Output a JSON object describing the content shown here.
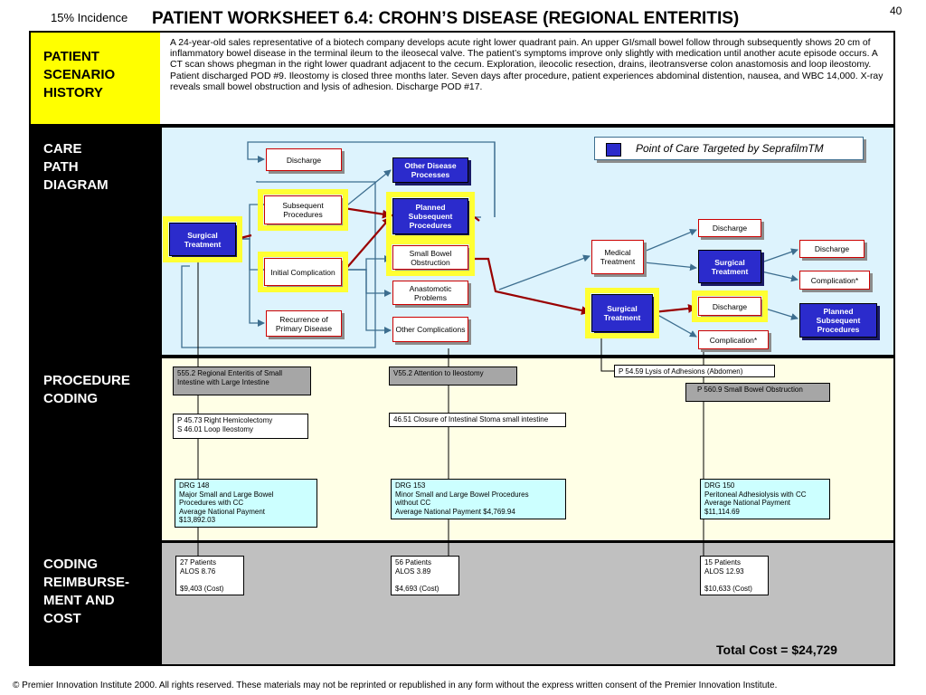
{
  "header": {
    "incidence": "15% Incidence",
    "title": "PATIENT WORKSHEET 6.4:  CROHN’S DISEASE (REGIONAL ENTERITIS)",
    "page_number": "40"
  },
  "sections": {
    "scenario_label": [
      "PATIENT",
      "SCENARIO",
      "HISTORY"
    ],
    "care_path_label": [
      "CARE",
      "PATH",
      "DIAGRAM"
    ],
    "procedure_label": [
      "PROCEDURE",
      "CODING"
    ],
    "reimbursement_label": [
      "CODING",
      "REIMBURSE-",
      "MENT AND",
      "COST"
    ]
  },
  "scenario_text": "A 24-year-old sales representative of a biotech company develops acute right lower quadrant pain.  An upper GI/small bowel follow through subsequently shows 20 cm of inflammatory bowel disease in the terminal ileum to the ileosecal valve.  The patient’s symptoms improve only slightly with medication until another acute episode occurs.  A CT scan shows phegman in the right lower quadrant adjacent to the cecum.  Exploration, ileocolic resection, drains, ileotransverse colon anastomosis and loop ileostomy. Patient discharged POD #9. Ileostomy is closed three months later.  Seven days after procedure, patient experiences abdominal distention, nausea, and WBC 14,000.  X-ray reveals small bowel obstruction and lysis of adhesion.  Discharge POD #17.",
  "legend": {
    "text": "Point of Care Targeted by SeprafilmTM",
    "color": "#2b2bcc"
  },
  "diagram_nodes": {
    "surgical_treatment_1": "Surgical Treatment",
    "discharge_1": "Discharge",
    "subsequent_procedures": "Subsequent Procedures",
    "initial_complication": "Initial Complication",
    "recurrence": "Recurrence of Primary Disease",
    "other_disease_processes": "Other Disease Processes",
    "planned_subsequent_1": "Planned Subsequent Procedures",
    "small_bowel_obstruction": "Small Bowel Obstruction",
    "anastomotic_problems": "Anastomotic Problems",
    "other_complications": "Other Complications",
    "medical_treatment": "Medical Treatment",
    "surgical_treatment_2": "Surgical Treatment",
    "discharge_2": "Discharge",
    "surgical_treatment_3": "Surgical Treatment",
    "discharge_3": "Discharge",
    "complication_1": "Complication*",
    "discharge_4": "Discharge",
    "complication_2": "Complication*",
    "planned_subsequent_2": "Planned Subsequent Procedures"
  },
  "procedure_codes": {
    "dx_1": "555.2  Regional Enteritis of Small Intestine with Large Intestine",
    "proc_1": "P  45.73  Right Hemicolectomy\nS  46.01  Loop Ileostomy",
    "dx_2": "V55.2  Attention to Ileostomy",
    "proc_2": "46.51  Closure of Intestinal Stoma small intestine",
    "proc_3": "P 54.59 Lysis of Adhesions (Abdomen)",
    "dx_3": "P 560.9   Small Bowel Obstruction",
    "drg_1": "DRG 148\nMajor  Small and Large Bowel\nProcedures  with  CC\nAverage  National Payment\n$13,892.03",
    "drg_2": "DRG 153\nMinor  Small and Large Bowel Procedures\nwithout  CC\nAverage  National Payment $4,769.94",
    "drg_3": "DRG 150\nPeritoneal Adhesiolysis  with  CC\nAverage  National Payment\n$11,114.69"
  },
  "costs": {
    "cost_1": " 27 Patients\nALOS 8.76\n\n$9,403  (Cost)",
    "cost_2": "56 Patients\nALOS 3.89\n\n$4,693  (Cost)",
    "cost_3": "15 Patients\nALOS 12.93\n\n$10,633  (Cost)",
    "total": "Total Cost = $24,729"
  },
  "colors": {
    "scenario_bg": "#ffff00",
    "care_path_bg": "#ddf3fd",
    "procedure_bg": "#ffffe6",
    "reimbursement_bg": "#c0c0c0",
    "drg_bg": "#ccffff"
  },
  "footer": "© Premier Innovation Institute 2000.  All rights reserved. These materials may not be reprinted or republished in any form without the express written consent of the Premier Innovation Institute."
}
